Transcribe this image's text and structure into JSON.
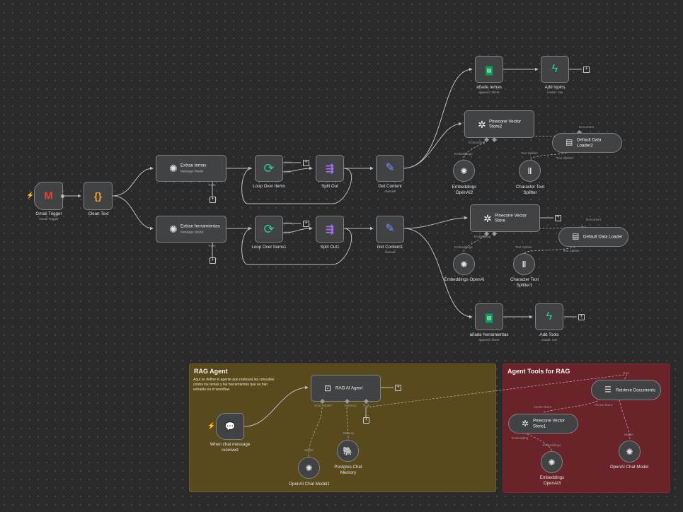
{
  "colors": {
    "canvas": "#2a2a2b",
    "node": "#414244",
    "node_border": "#7f8084",
    "edge": "#bdbdbd",
    "sticky_rag": "#594a1e",
    "sticky_tools": "#6a2328",
    "trigger_bolt": "#ff5a36"
  },
  "stickies": {
    "rag": {
      "title": "RAG Agent",
      "text": "Aquí se define el agente que realizará las consultas contra los temas y las herramientas que se han extraído en el workflow."
    },
    "tools": {
      "title": "Agent Tools for RAG"
    }
  },
  "nodes": {
    "gmail_trigger": {
      "label": "Gmail Trigger",
      "sub": "Gmail Trigger",
      "icon": "gmail-icon"
    },
    "clean_text": {
      "label": "Clean Text",
      "icon": "code-braces-icon"
    },
    "extrae_temas": {
      "label": "Extrae temas",
      "sub": "Message Model",
      "icon": "openai-icon"
    },
    "extrae_herramientas": {
      "label": "Extrae herramientas",
      "sub": "Message Model",
      "icon": "openai-icon"
    },
    "loop_over_items": {
      "label": "Loop Over Items",
      "icon": "refresh-icon"
    },
    "loop_over_items1": {
      "label": "Loop Over Items1",
      "icon": "refresh-icon"
    },
    "split_out": {
      "label": "Split Out",
      "icon": "split-icon"
    },
    "split_out1": {
      "label": "Split Out1",
      "icon": "split-icon"
    },
    "get_content": {
      "label": "Get Content",
      "sub": "manual",
      "icon": "pencil-icon"
    },
    "get_content1": {
      "label": "Get Content1",
      "sub": "manual",
      "icon": "pencil-icon"
    },
    "anade_temas": {
      "label": "añade temas",
      "sub": "append: sheet",
      "icon": "sheets-icon"
    },
    "add_topics": {
      "label": "Add topics",
      "sub": "create: row",
      "icon": "bolt-icon"
    },
    "pinecone_store2": {
      "label": "Pinecone Vector Store2",
      "icon": "pinecone-icon"
    },
    "default_loader2": {
      "label": "Default Data Loader2",
      "icon": "document-icon"
    },
    "embeddings_openai2": {
      "label": "Embeddings OpenAI2",
      "icon": "openai-icon"
    },
    "char_splitter": {
      "label": "Character Text Splitter",
      "icon": "splitter-icon"
    },
    "pinecone_store": {
      "label": "Pinecone Vector Store",
      "icon": "pinecone-icon"
    },
    "default_loader": {
      "label": "Default Data Loader",
      "icon": "document-icon"
    },
    "embeddings_openai": {
      "label": "Embeddings OpenAI",
      "icon": "openai-icon"
    },
    "char_splitter1": {
      "label": "Character Text Splitter1",
      "icon": "splitter-icon"
    },
    "anade_herramientas": {
      "label": "añade herramientas",
      "sub": "append: sheet",
      "icon": "sheets-icon"
    },
    "add_tools": {
      "label": "Add Tools",
      "sub": "create: row",
      "icon": "bolt-icon"
    },
    "rag_agent": {
      "label": "RAG AI Agent",
      "icon": "robot-icon"
    },
    "chat_trigger": {
      "label": "When chat message received",
      "icon": "chat-icon"
    },
    "openai_chat_model1": {
      "label": "OpenAI Chat Model1",
      "icon": "openai-icon"
    },
    "postgres_memory": {
      "label": "Postgres Chat Memory",
      "icon": "postgres-icon"
    },
    "retrieve_docs": {
      "label": "Retrieve Documents",
      "icon": "database-icon"
    },
    "pinecone_store1": {
      "label": "Pinecone Vector Store1",
      "icon": "pinecone-icon"
    },
    "embeddings_openai3": {
      "label": "Embeddings OpenAI3",
      "icon": "openai-icon"
    },
    "openai_chat_model": {
      "label": "OpenAI Chat Model",
      "icon": "openai-icon"
    }
  },
  "ports": {
    "tools": "Tools",
    "done": "done",
    "loop": "loop",
    "embedding": "Embedding",
    "document": "Document",
    "text_splitter": "Text Splitter",
    "embeddings": "Embeddings",
    "chat_model": "Chat Model*",
    "memory": "Memory",
    "tool": "Tool",
    "vector_store": "Vector Store",
    "model": "Model"
  }
}
